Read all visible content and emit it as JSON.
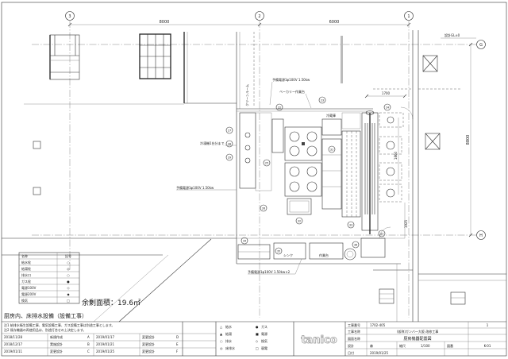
{
  "grid": {
    "col_3": "3",
    "col_2": "2",
    "col_1": "1",
    "row_g": "G",
    "row_h": "H"
  },
  "dimensions": {
    "span_3_2": "8000",
    "span_2_1": "6000",
    "w_1700": "1700",
    "h_1860": "1860",
    "h_8800": "8800",
    "h_1925": "1925",
    "ref_level": "設計GL±0"
  },
  "labels": {
    "power_top": "予備電源1φ100V 1.50kw",
    "bakery": "ベーカリー作業台",
    "fridge": "冷蔵庫",
    "freezer_note": "冷凍機1台分まで",
    "power_left": "予備電源1φ100V 1.50kw",
    "power_bottom": "予備電源1φ100V 1.50kw×2",
    "sink": "シンク",
    "worktable": "作業台",
    "cleanroom": "クリーンルーム",
    "surplus_area": "余剰面積：19.6㎡",
    "floor_drain": "厨房内、床排水設備（設備工事）"
  },
  "tags": [
    "22",
    "23",
    "24",
    "25",
    "27",
    "28",
    "29",
    "26",
    "31",
    "32",
    "33",
    "34",
    "35",
    "36",
    "37"
  ],
  "legend_table": {
    "header": [
      "名称",
      "記号"
    ],
    "rows": [
      {
        "name": "給水栓",
        "sym": "○"
      },
      {
        "name": "給湯栓",
        "sym": "◎"
      },
      {
        "name": "排水口",
        "sym": "○"
      },
      {
        "name": "ガス栓",
        "sym": "●"
      },
      {
        "name": "電源100V",
        "sym": "◇"
      },
      {
        "name": "電源200V",
        "sym": "◆"
      },
      {
        "name": "換気",
        "sym": "□"
      }
    ]
  },
  "title_block": {
    "notes": [
      "注1 給排水衛生設備工事、電気設備工事、ガス設備工事は別途工事とします。",
      "注2 既存機器の再使用品は、別途打合せの上決定します。"
    ],
    "revisions": [
      {
        "date": "2018/11/28",
        "desc": "新規作成",
        "mark": "A"
      },
      {
        "date": "2018/12/17",
        "desc": "実施設計",
        "mark": "B"
      },
      {
        "date": "2019/01/11",
        "desc": "変更設計",
        "mark": "C"
      },
      {
        "date": "2019/01/17",
        "desc": "変更設計",
        "mark": "D"
      },
      {
        "date": "2019/01/21",
        "desc": "変更設計",
        "mark": "E"
      },
      {
        "date": "2019/01/25",
        "desc": "変更設計",
        "mark": "F"
      }
    ],
    "legend": [
      {
        "sym": "△",
        "label": "給水"
      },
      {
        "sym": "▲",
        "label": "給湯"
      },
      {
        "sym": "○",
        "label": "排水"
      },
      {
        "sym": "◎",
        "label": "床排水"
      },
      {
        "sym": "●",
        "label": "ガス"
      },
      {
        "sym": "■",
        "label": "電源"
      },
      {
        "sym": "◇",
        "label": "換気"
      },
      {
        "sym": "□",
        "label": "弱電"
      }
    ],
    "logo": "tanico",
    "project_no_label": "工事番号",
    "project_no": "1702-405",
    "sheet": "1",
    "project_label": "工事名称",
    "project_name": "(仮称)ガンバ一大阪 改修工事",
    "drawing_label": "図面名称",
    "drawing_name": "厨房機器配置図",
    "designer_label": "設計",
    "designer": "森",
    "scale_label": "縮尺",
    "scale": "1/100",
    "date_label": "日付",
    "date": "2019/01/25",
    "number_label": "図番",
    "number": "K-01"
  }
}
